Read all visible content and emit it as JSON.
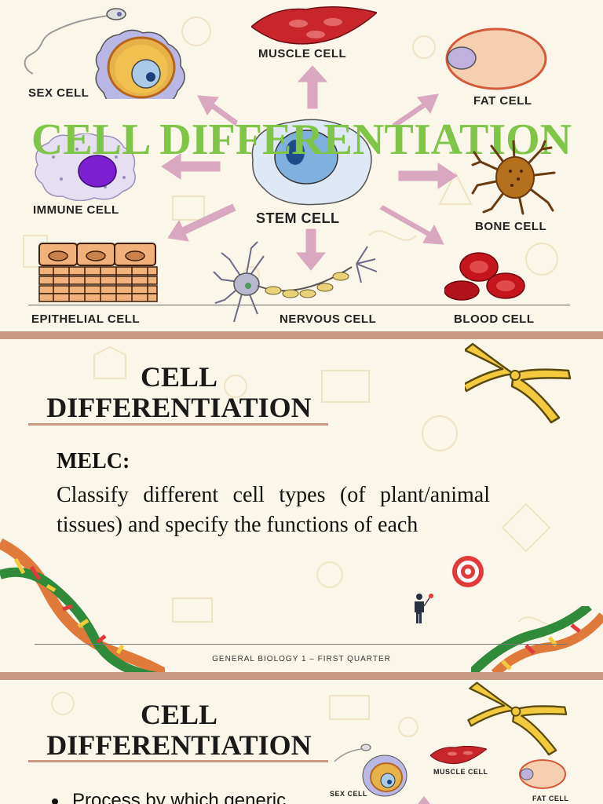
{
  "slide1": {
    "title": "CELL DIFFERENTIATION",
    "labels": {
      "muscle": "MUSCLE CELL",
      "sex": "SEX CELL",
      "fat": "FAT CELL",
      "immune": "IMMUNE CELL",
      "stem": "STEM CELL",
      "bone": "BONE CELL",
      "epithelial": "EPITHELIAL CELL",
      "nervous": "NERVOUS CELL",
      "blood": "BLOOD CELL"
    }
  },
  "slide2": {
    "title_line1": "CELL",
    "title_line2": "DIFFERENTIATION",
    "melc_heading": "MELC:",
    "melc_text": "Classify different cell types (of plant/animal tissues) and specify the functions of each",
    "footer": "GENERAL BIOLOGY 1 – FIRST QUARTER"
  },
  "slide3": {
    "title_line1": "CELL",
    "title_line2": "DIFFERENTIATION",
    "bullet_text": "Process by which generic",
    "mini_labels": {
      "muscle": "MUSCLE CELL",
      "sex": "SEX CELL",
      "fat": "FAT CELL"
    }
  },
  "colors": {
    "title_green": "#7ec548",
    "arrow_pink": "#d9a7bf",
    "divider": "#c89880"
  }
}
